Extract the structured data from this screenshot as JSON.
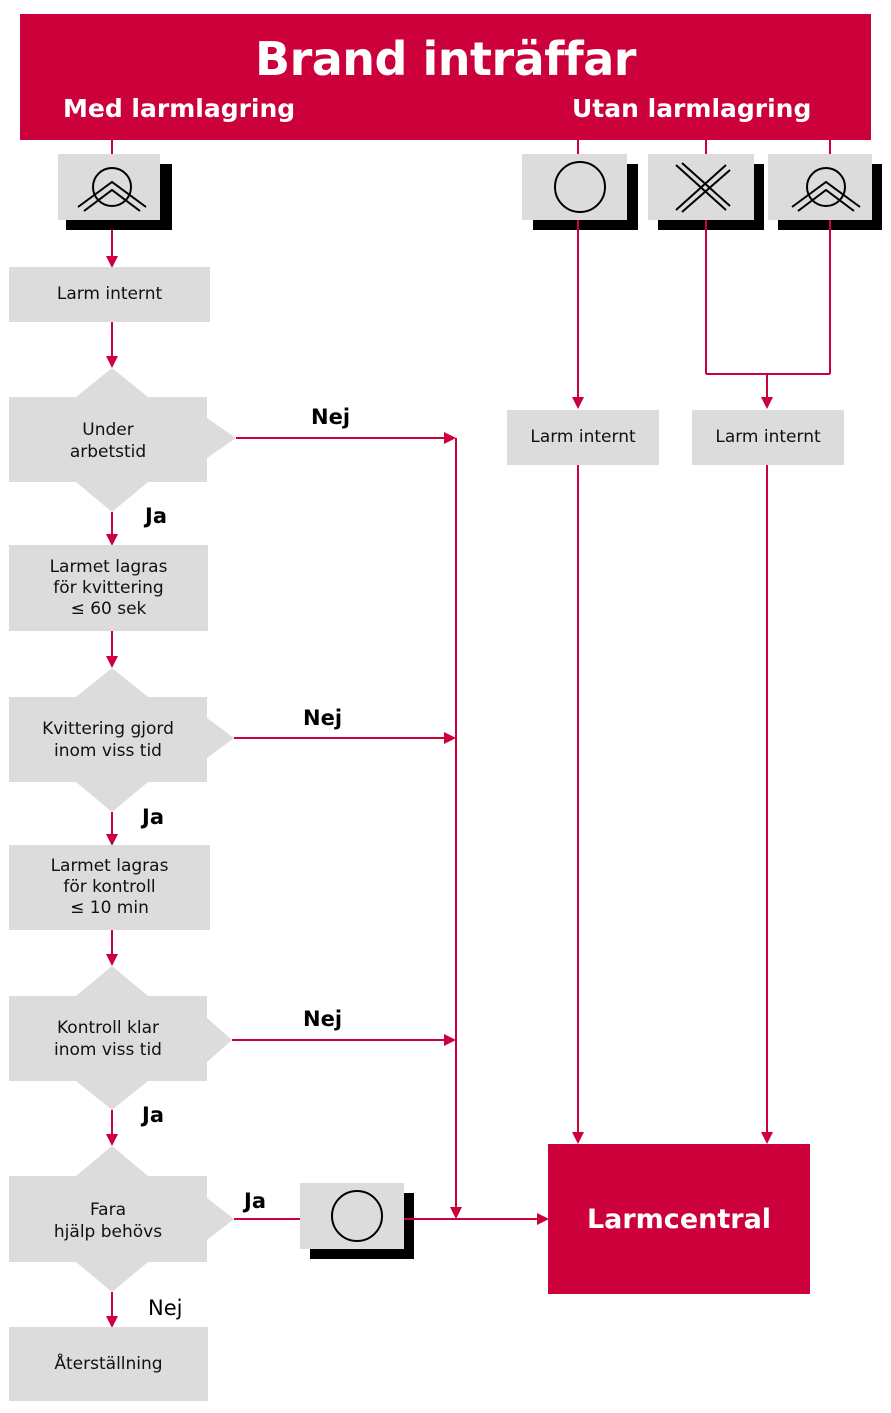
{
  "header": {
    "title": "Brand inträffar",
    "left_subtitle": "Med larmlagring",
    "right_subtitle": "Utan larmlagring"
  },
  "left_flow": {
    "larm_internt": "Larm internt",
    "decision_1": [
      "Under",
      "arbetstid"
    ],
    "store_1": [
      "Larmet lagras",
      "för kvittering",
      "≤ 60 sek"
    ],
    "decision_2": [
      "Kvittering gjord",
      "inom viss tid"
    ],
    "store_2": [
      "Larmet lagras",
      "för kontroll",
      "≤ 10 min"
    ],
    "decision_3": [
      "Kontroll klar",
      "inom viss tid"
    ],
    "decision_4": [
      "Fara",
      "hjälp behövs"
    ],
    "reset": "Återställning"
  },
  "right_flow": {
    "larm_internt_a": "Larm internt",
    "larm_internt_b": "Larm internt"
  },
  "edge_labels": {
    "yes": "Ja",
    "no": "Nej"
  },
  "larmcentral": "Larmcentral",
  "colors": {
    "accent": "#cc003b",
    "box": "#dcdcdd",
    "shadow": "#000000",
    "line": "#cc003b"
  },
  "icons": {
    "smoke_detector": "smoke-detector-icon",
    "manual_call_point": "manual-call-point-icon",
    "heat_detector": "heat-detector-icon",
    "button": "push-button-icon"
  }
}
